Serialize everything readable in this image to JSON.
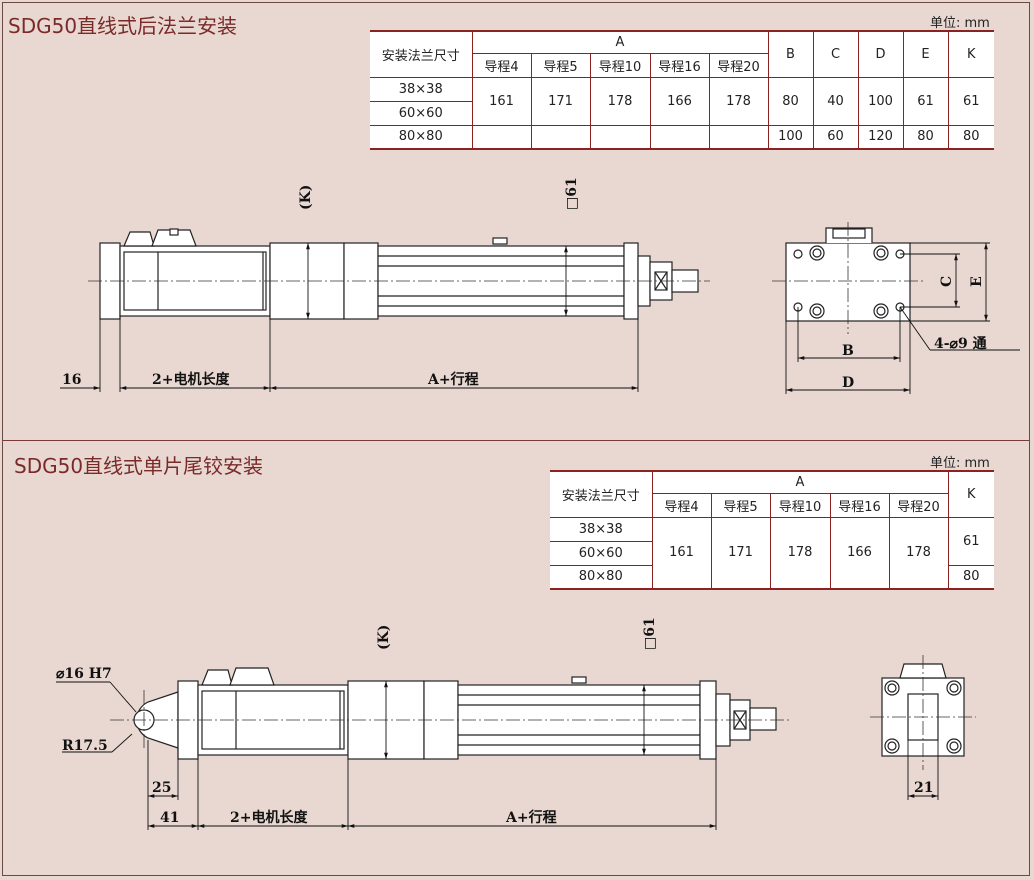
{
  "top": {
    "title": "SDG50直线式后法兰安装",
    "unit": "单位: mm",
    "table": {
      "size_header": "安装法兰尺寸",
      "a_header": "A",
      "lead_headers": [
        "导程4",
        "导程5",
        "导程10",
        "导程16",
        "导程20"
      ],
      "extra_headers": [
        "B",
        "C",
        "D",
        "E",
        "K"
      ],
      "sizes": [
        "38×38",
        "60×60",
        "80×80"
      ],
      "a_values": [
        "161",
        "171",
        "178",
        "166",
        "178"
      ],
      "extra_row1": [
        "80",
        "40",
        "100",
        "61",
        "61"
      ],
      "extra_row2": [
        "100",
        "60",
        "120",
        "80",
        "80"
      ]
    },
    "dims": {
      "k": "(K)",
      "sq": "□61",
      "d16": "16",
      "motor": "2+电机长度",
      "stroke": "A+行程",
      "b": "B",
      "c": "C",
      "d": "D",
      "e": "E",
      "holes": "4-⌀9 通"
    }
  },
  "bottom": {
    "title": "SDG50直线式单片尾铰安装",
    "unit": "单位: mm",
    "table": {
      "size_header": "安装法兰尺寸",
      "a_header": "A",
      "lead_headers": [
        "导程4",
        "导程5",
        "导程10",
        "导程16",
        "导程20"
      ],
      "k_header": "K",
      "sizes": [
        "38×38",
        "60×60",
        "80×80"
      ],
      "a_values": [
        "161",
        "171",
        "178",
        "166",
        "178"
      ],
      "k_row1": "61",
      "k_row2": "80"
    },
    "dims": {
      "k": "(K)",
      "sq": "□61",
      "phi16": "⌀16 H7",
      "r175": "R17.5",
      "d25": "25",
      "d41": "41",
      "motor": "2+电机长度",
      "stroke": "A+行程",
      "d21": "21"
    }
  }
}
